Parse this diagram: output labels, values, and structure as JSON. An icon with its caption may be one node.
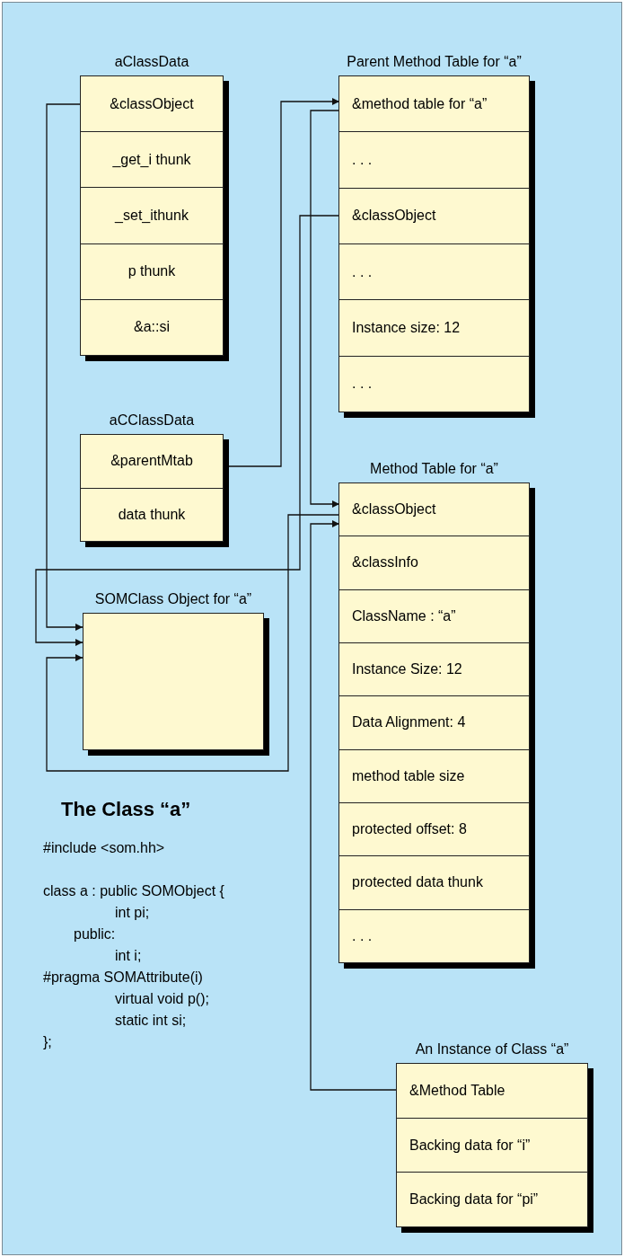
{
  "diagram": {
    "nodes": [
      {
        "text": [
          "aClassData"
        ]
      },
      {
        "text": [
          "&classObject"
        ],
        "in": 0
      },
      {
        "text": [
          "_get_i thunk"
        ],
        "in": 0
      },
      {
        "text": [
          "_set_ithunk"
        ],
        "in": 0
      },
      {
        "text": [
          "p thunk"
        ],
        "in": 0
      },
      {
        "text": [
          "&a::si"
        ],
        "in": 0
      },
      {
        "text": [
          "Parent Method Table for “a”"
        ]
      },
      {
        "text": [
          "&method table for “a”"
        ],
        "in": 6
      },
      {
        "text": [
          ". . ."
        ],
        "in": 6
      },
      {
        "text": [
          "&classObject"
        ],
        "in": 6
      },
      {
        "text": [
          ". . ."
        ],
        "in": 6
      },
      {
        "text": [
          "Instance size: 12"
        ],
        "in": 6
      },
      {
        "text": [
          ". . ."
        ],
        "in": 6
      },
      {
        "text": [
          "aCClassData"
        ]
      },
      {
        "text": [
          "&parentMtab"
        ],
        "in": 13
      },
      {
        "text": [
          "data thunk"
        ],
        "in": 13
      },
      {
        "text": [
          "Method Table for “a”"
        ]
      },
      {
        "text": [
          "&classObject"
        ],
        "in": 16
      },
      {
        "text": [
          "&classInfo"
        ],
        "in": 16
      },
      {
        "text": [
          "ClassName : “a”"
        ],
        "in": 16
      },
      {
        "text": [
          "Instance Size: 12"
        ],
        "in": 16
      },
      {
        "text": [
          "Data Alignment: 4"
        ],
        "in": 16
      },
      {
        "text": [
          "method table size"
        ],
        "in": 16
      },
      {
        "text": [
          "protected offset: 8"
        ],
        "in": 16
      },
      {
        "text": [
          "protected data thunk"
        ],
        "in": 16
      },
      {
        "text": [
          ". . ."
        ],
        "in": 16
      },
      {
        "text": [
          "SOMClass Object for “a”"
        ]
      },
      {
        "text": [
          "An Instance of Class “a”"
        ]
      },
      {
        "text": [
          "&Method Table"
        ],
        "in": 27
      },
      {
        "text": [
          "Backing data for “i”"
        ],
        "in": 27
      },
      {
        "text": [
          "Backing data for “pi”"
        ],
        "in": 27
      }
    ],
    "edges": [
      {
        "from": 1,
        "to": 26,
        "arrow": "to"
      },
      {
        "from": 14,
        "to": 7,
        "arrow": "to"
      },
      {
        "from": 7,
        "to": 17,
        "arrow": "to"
      },
      {
        "from": 9,
        "to": 26,
        "arrow": "to"
      },
      {
        "from": 17,
        "to": 26,
        "arrow": "to"
      },
      {
        "from": 28,
        "to": 17,
        "arrow": "to"
      }
    ],
    "labels": [
      "The Class “a”",
      "#include <som.hh>",
      "class a : public SOMObject {",
      "int pi;",
      "public:",
      "int i;",
      "#pragma SOMAttribute(i)",
      "virtual void p();",
      "static int si;",
      "};"
    ]
  }
}
